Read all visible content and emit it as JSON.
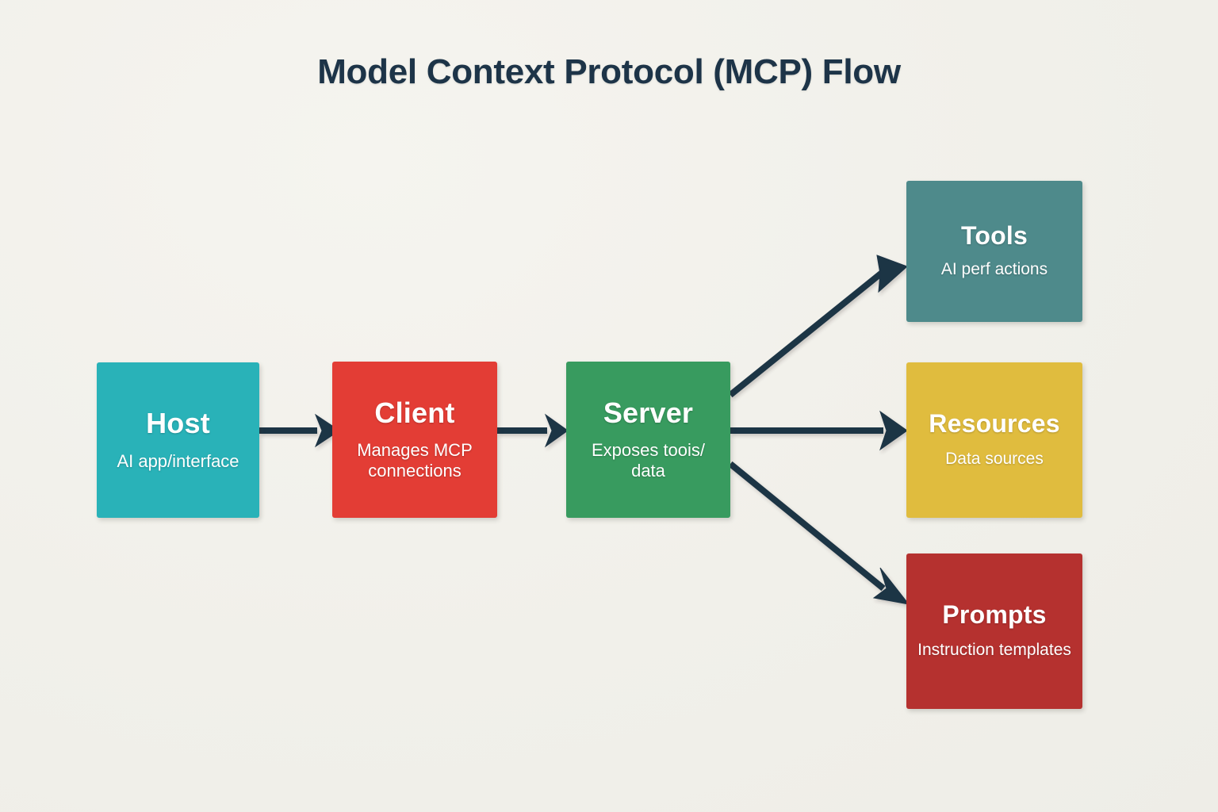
{
  "diagram": {
    "title": "Model Context Protocol (MCP) Flow",
    "background_color": "#f2f1ec",
    "arrow_color": "#1c3445",
    "nodes": [
      {
        "id": "host",
        "title": "Host",
        "subtitle": "AI app/interface",
        "color": "#29b2b8"
      },
      {
        "id": "client",
        "title": "Client",
        "subtitle": "Manages MCP connections",
        "color": "#e33d35"
      },
      {
        "id": "server",
        "title": "Server",
        "subtitle": "Exposes toois/ data",
        "color": "#389b5f"
      },
      {
        "id": "tools",
        "title": "Tools",
        "subtitle": "AI perf actions",
        "color": "#4e8a8b"
      },
      {
        "id": "resources",
        "title": "Resources",
        "subtitle": "Data sources",
        "color": "#e0bc3e"
      },
      {
        "id": "prompts",
        "title": "Prompts",
        "subtitle": "Instruction templates",
        "color": "#b5312f"
      }
    ],
    "edges": [
      {
        "id": "host-to-client",
        "from": "Host",
        "to": "Client"
      },
      {
        "id": "client-to-server",
        "from": "Client",
        "to": "Server"
      },
      {
        "id": "server-to-tools",
        "from": "Server",
        "to": "Tools"
      },
      {
        "id": "server-to-resources",
        "from": "Server",
        "to": "Resources"
      },
      {
        "id": "server-to-prompts",
        "from": "Server",
        "to": "Prompts"
      }
    ]
  }
}
